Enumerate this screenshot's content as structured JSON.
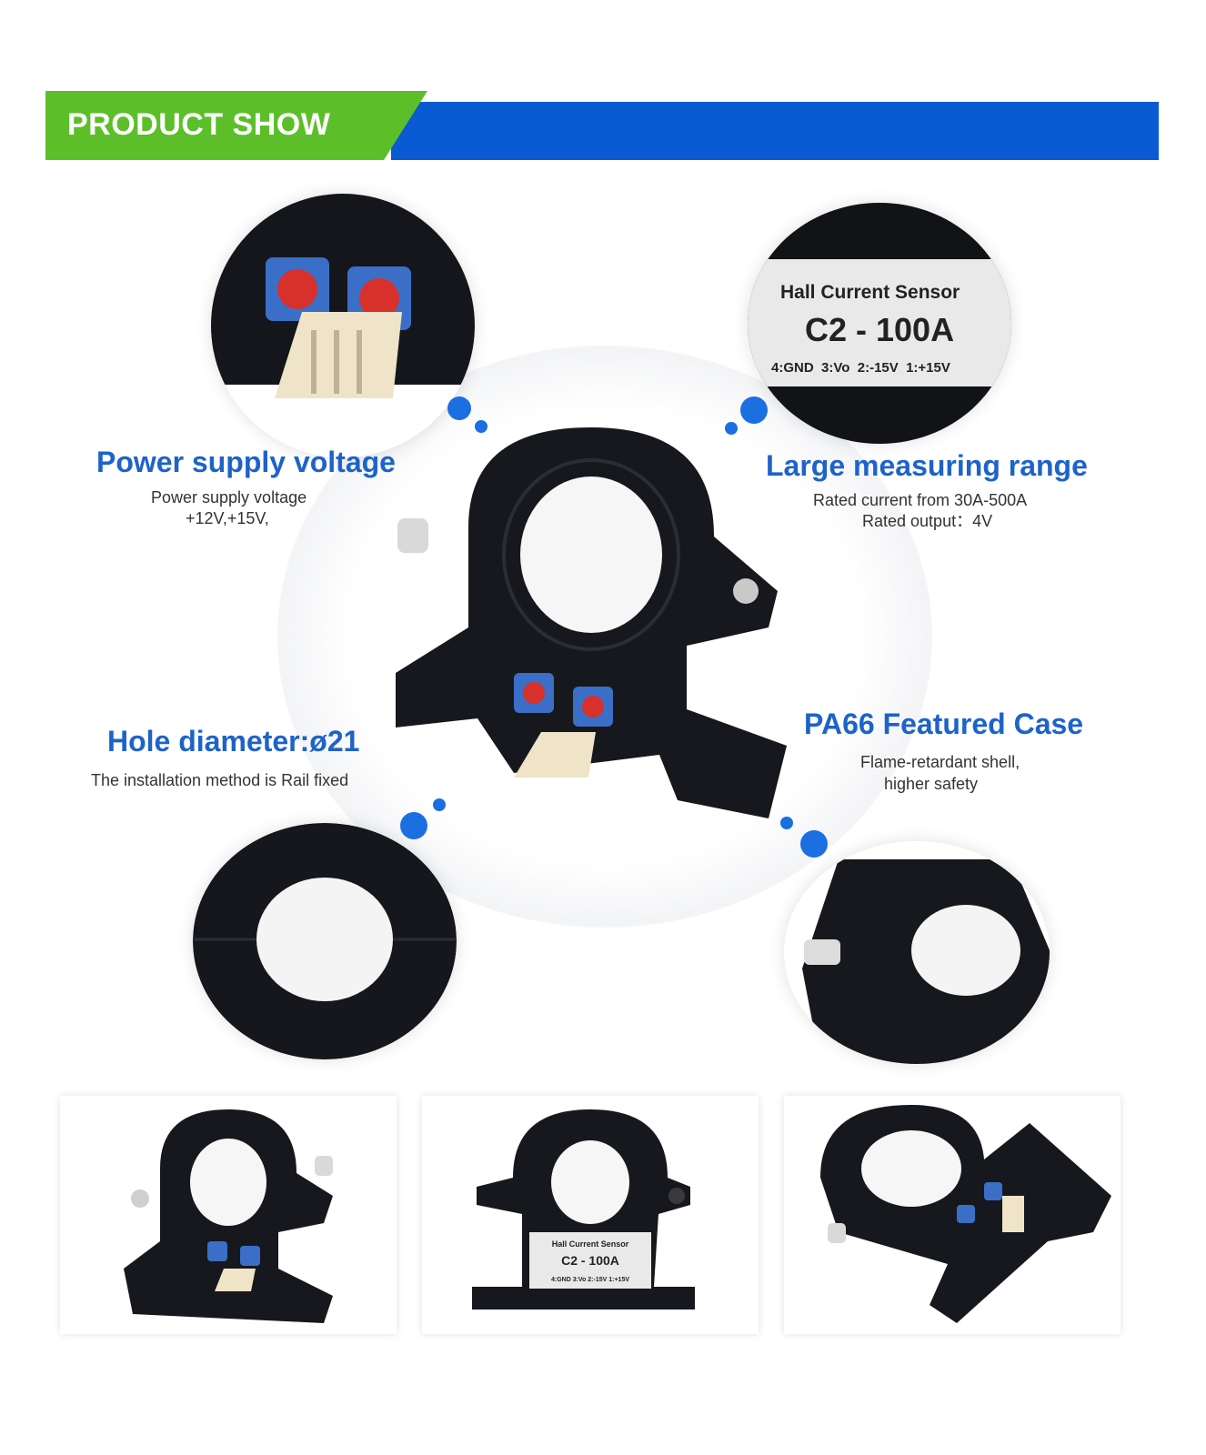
{
  "banner": {
    "title": "PRODUCT SHOW",
    "colors": {
      "green": "#5cbf2a",
      "blue": "#0a5ad4"
    }
  },
  "product_label": {
    "line1": "Hall Current Sensor",
    "model": "C2 - 100A",
    "pins": "4:GND  3:Vo  2:-15V  1:+15V"
  },
  "features": {
    "power": {
      "title": "Power supply voltage",
      "sub1": "Power supply voltage",
      "sub2": "+12V,+15V,"
    },
    "range": {
      "title": "Large measuring range",
      "sub1": "Rated current from 30A-500A",
      "sub2": "Rated output：4V"
    },
    "hole": {
      "title": "Hole diameter:ø21",
      "sub1": "The installation method is Rail fixed"
    },
    "case": {
      "title": "PA66 Featured Case",
      "sub1": "Flame-retardant shell,",
      "sub2": "higher safety"
    }
  },
  "thumbnail_label": {
    "line1": "Hall Current Sensor",
    "model": "C2 - 100A",
    "pins": "4:GND 3:Vo 2:-15V 1:+15V"
  },
  "colors": {
    "accent_blue": "#1d63c9",
    "dot_blue": "#1b6fe0",
    "body": "#15171c"
  }
}
